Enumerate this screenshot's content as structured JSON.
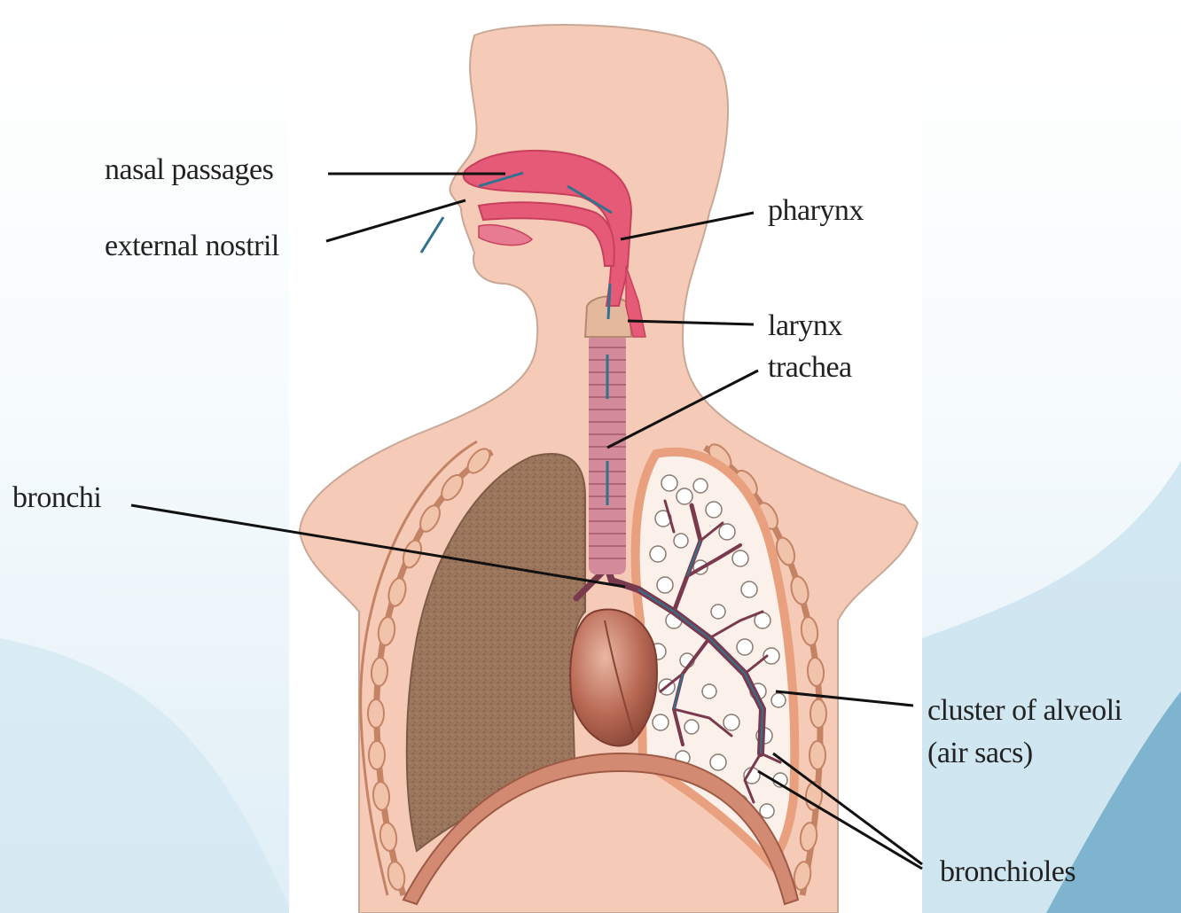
{
  "labels": {
    "nasal_passages": "nasal passages",
    "external_nostril": "external nostril",
    "pharynx": "pharynx",
    "larynx": "larynx",
    "trachea": "trachea",
    "bronchi": "bronchi",
    "alveoli_line1": "cluster of alveoli",
    "alveoli_line2": "(air sacs)",
    "bronchioles": "bronchioles"
  },
  "colors": {
    "skin": "#f5cbb7",
    "skin_outline": "#c9a796",
    "airway": "#e45a77",
    "lung_left": "#9b765c",
    "lung_right_fill": "#fbf0ea",
    "lung_right_border": "#e9a07e",
    "heart": "#b96a55",
    "rib": "#c58365",
    "bronchi_tree": "#7a3a4e",
    "airflow_arrow": "#2f7390",
    "trachea": "#d38a9b"
  }
}
